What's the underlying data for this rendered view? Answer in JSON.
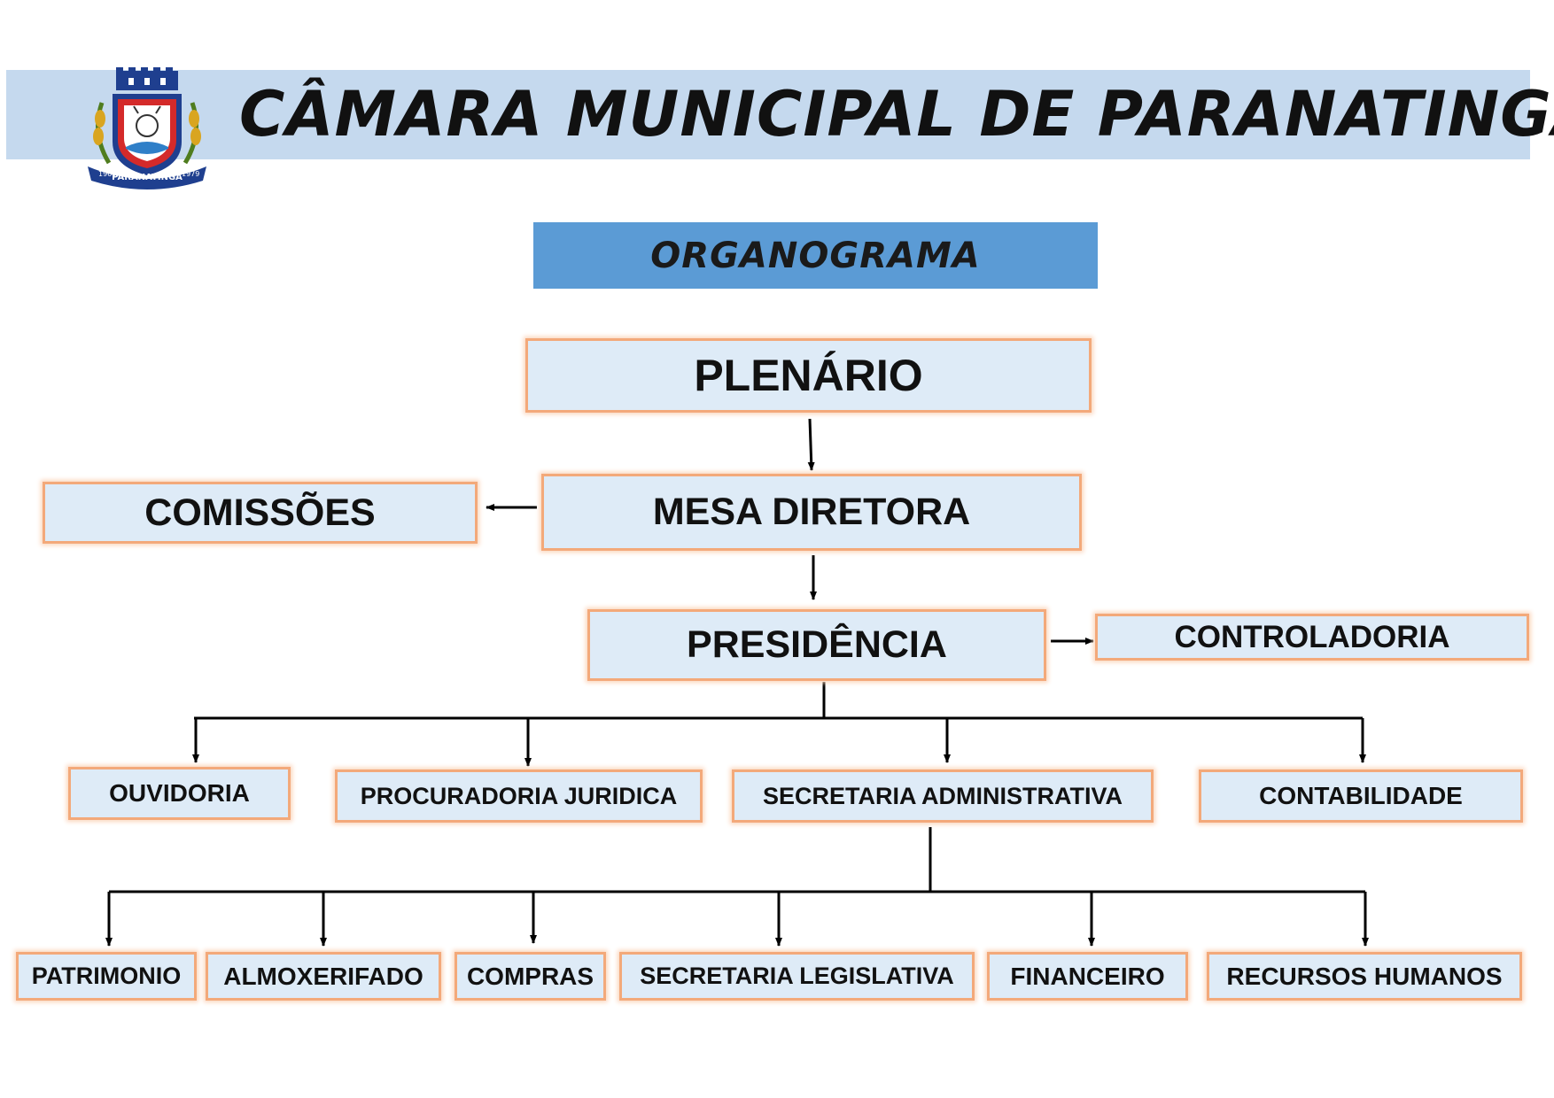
{
  "header": {
    "title": "CÂMARA MUNICIPAL DE PARANATINGA",
    "logo_text": "PARANATINGA",
    "logo_year_left": "1964",
    "logo_year_right": "1979",
    "banner_color": "#c5d9ee"
  },
  "subtitle": {
    "text": "ORGANOGRAMA",
    "color": "#5b9bd5"
  },
  "nodes": {
    "plenario": "PLENÁRIO",
    "mesa_diretora": "MESA DIRETORA",
    "comissoes": "COMISSÕES",
    "presidencia": "PRESIDÊNCIA",
    "controladoria": "CONTROLADORIA",
    "ouvidoria": "OUVIDORIA",
    "procuradoria": "PROCURADORIA JURIDICA",
    "secretaria_administrativa": "SECRETARIA ADMINISTRATIVA",
    "contabilidade": "CONTABILIDADE",
    "patrimonio": "PATRIMONIO",
    "almoxerifado": "ALMOXERIFADO",
    "compras": "COMPRAS",
    "secretaria_legislativa": "SECRETARIA LEGISLATIVA",
    "financeiro": "FINANCEIRO",
    "recursos_humanos": "RECURSOS HUMANOS"
  },
  "colors": {
    "node_fill": "#deebf7",
    "node_border": "#f3a97a",
    "line": "#000000"
  }
}
